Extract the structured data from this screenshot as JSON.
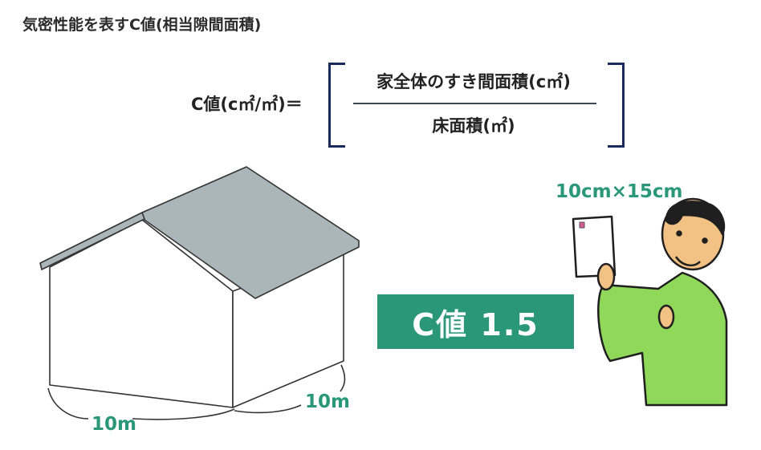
{
  "title": "気密性能を表すC値(相当隙間面積)",
  "formula": {
    "lhs": "C値(c㎡/㎡)＝",
    "numerator": "家全体のすき間面積(c㎡)",
    "denominator": "床面積(㎡)"
  },
  "result_badge": "C値 1.5",
  "house": {
    "width_label": "10m",
    "depth_label": "10m"
  },
  "card_size_label": "10cm×15cm",
  "colors": {
    "accent": "#2a9878",
    "bracket": "#1b2a5c",
    "roof": "#aab6b9"
  }
}
